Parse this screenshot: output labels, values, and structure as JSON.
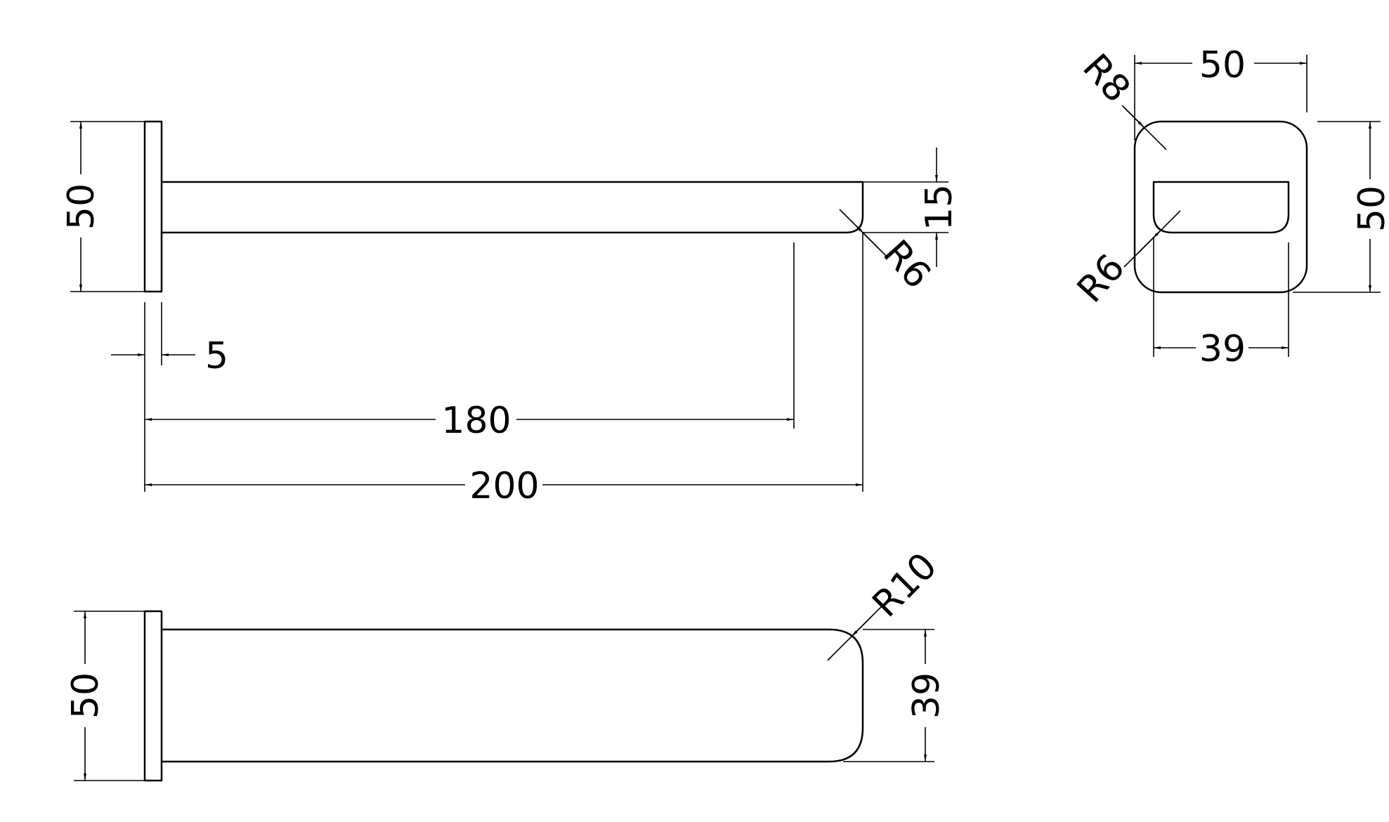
{
  "side_view": {
    "height": "50",
    "plate": "5",
    "bar_len": "180",
    "total_len": "200",
    "bar_thk": "15",
    "tip_radius": "R6"
  },
  "end_view": {
    "width": "50",
    "height": "50",
    "inner_width": "39",
    "outer_radius": "R8",
    "inner_radius": "R6"
  },
  "top_view": {
    "height": "50",
    "depth": "39",
    "corner_radius": "R10"
  },
  "colors": {
    "line": "#000000",
    "background": "#ffffff"
  }
}
